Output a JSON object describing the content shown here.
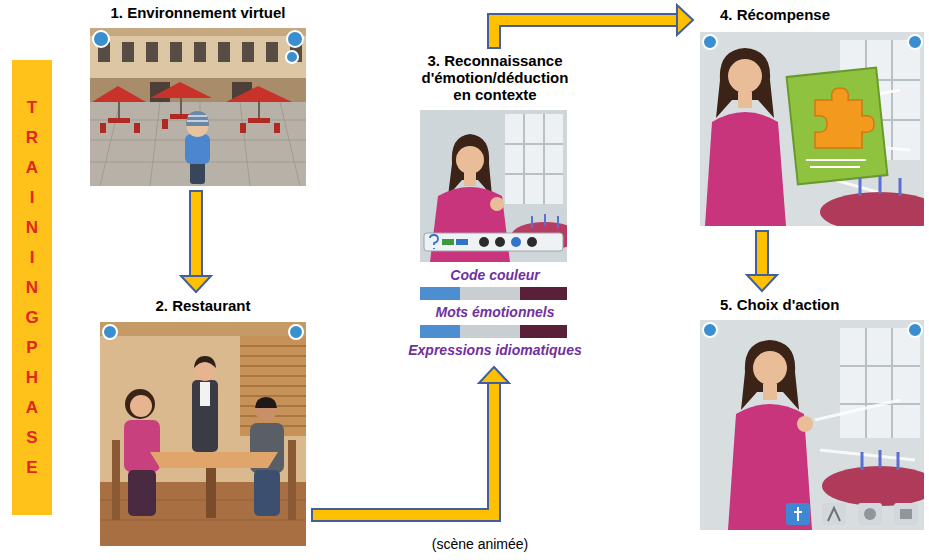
{
  "diagram": {
    "nodes": [
      {
        "text": [
          "TRAINING PHASE"
        ]
      },
      {
        "text": [
          "1. Environnement virtuel"
        ]
      },
      {
        "text": [
          "2. Restaurant"
        ]
      },
      {
        "text": [
          "3. Reconnaissance d'émotion/déduction en contexte",
          "Code couleur",
          "Mots émotionnels",
          "Expressions idiomatiques"
        ]
      },
      {
        "text": [
          "4. Récompense"
        ]
      },
      {
        "text": [
          "5. Choix d'action"
        ]
      }
    ],
    "edges": [
      {
        "from": 1,
        "to": 2,
        "arrow": "to"
      },
      {
        "from": 2,
        "to": 3,
        "arrow": "to",
        "label": "(scène animée)"
      },
      {
        "from": 3,
        "to": 4,
        "arrow": "to"
      },
      {
        "from": 4,
        "to": 5,
        "arrow": "to"
      }
    ]
  }
}
